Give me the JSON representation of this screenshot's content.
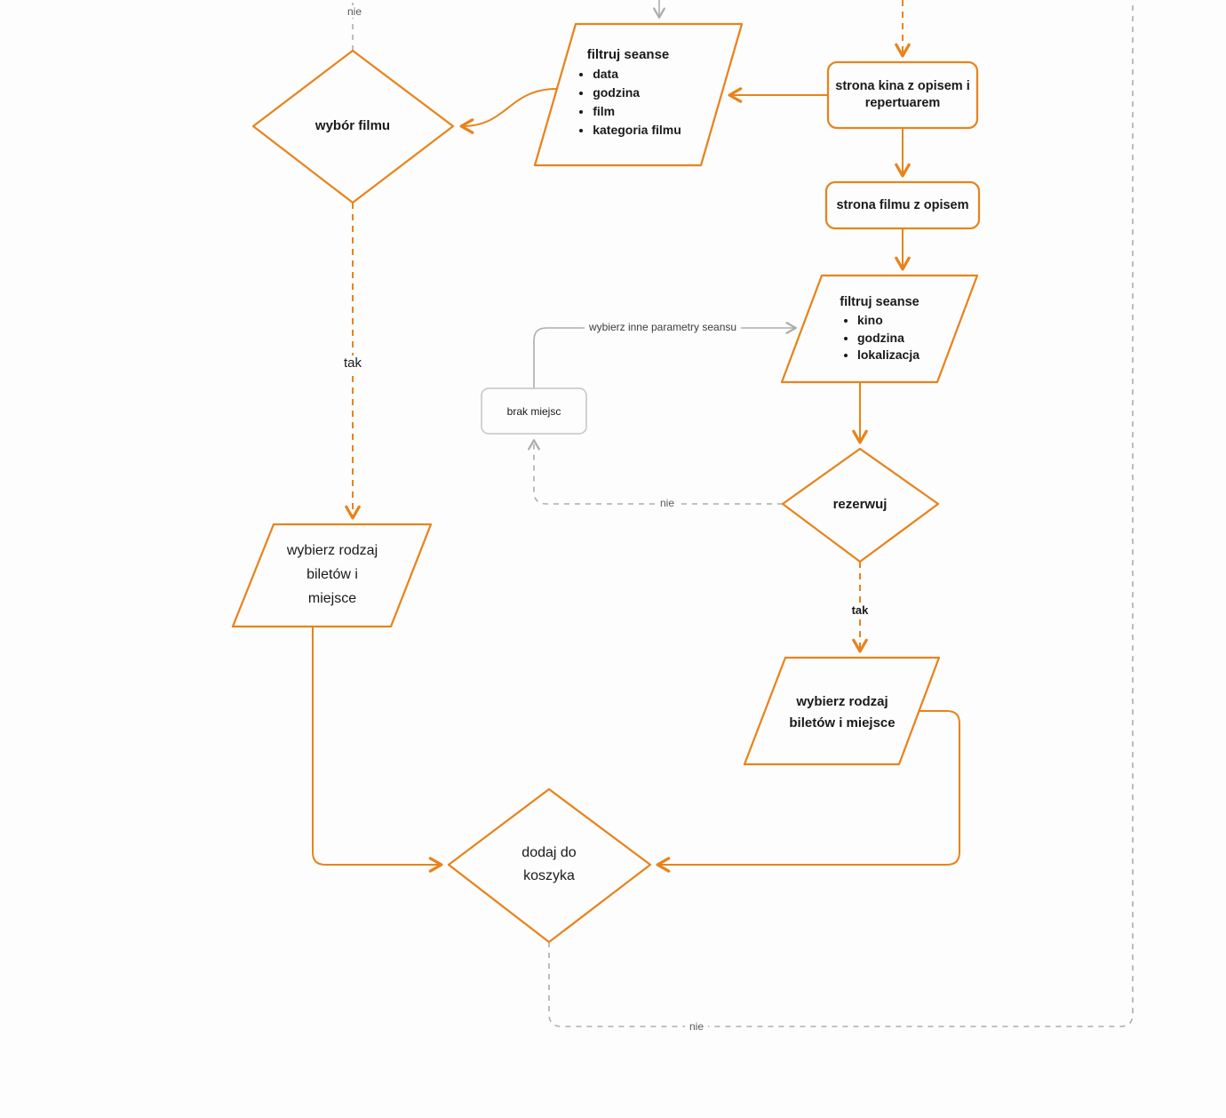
{
  "diagram": {
    "nodes": {
      "movie_choice": {
        "label": "wybór filmu"
      },
      "filter_showtimes_left": {
        "title": "filtruj seanse",
        "items": [
          "data",
          "godzina",
          "film",
          "kategoria filmu"
        ]
      },
      "cinema_page": {
        "label": "strona kina z opisem i repertuarem"
      },
      "movie_page": {
        "label": "strona filmu z opisem"
      },
      "filter_showtimes_right": {
        "title": "filtruj seanse",
        "items": [
          "kino",
          "godzina",
          "lokalizacja"
        ]
      },
      "no_seats": {
        "label": "brak miejsc"
      },
      "reserve": {
        "label": "rezerwuj"
      },
      "choose_tickets_left": {
        "label": "wybierz rodzaj biletów i miejsce"
      },
      "choose_tickets_right": {
        "label": "wybierz rodzaj biletów i miejsce"
      },
      "add_to_cart": {
        "label": "dodaj do koszyka"
      }
    },
    "labels": {
      "nie_top": "nie",
      "tak_left": "tak",
      "tak_right": "tak",
      "nie_reserve": "nie",
      "nie_cart": "nie",
      "other_params": "wybierz inne parametry seansu"
    },
    "colors": {
      "accent": "#E8831C",
      "gray_line": "#ADADAD",
      "text": "#1A1A1A"
    }
  }
}
